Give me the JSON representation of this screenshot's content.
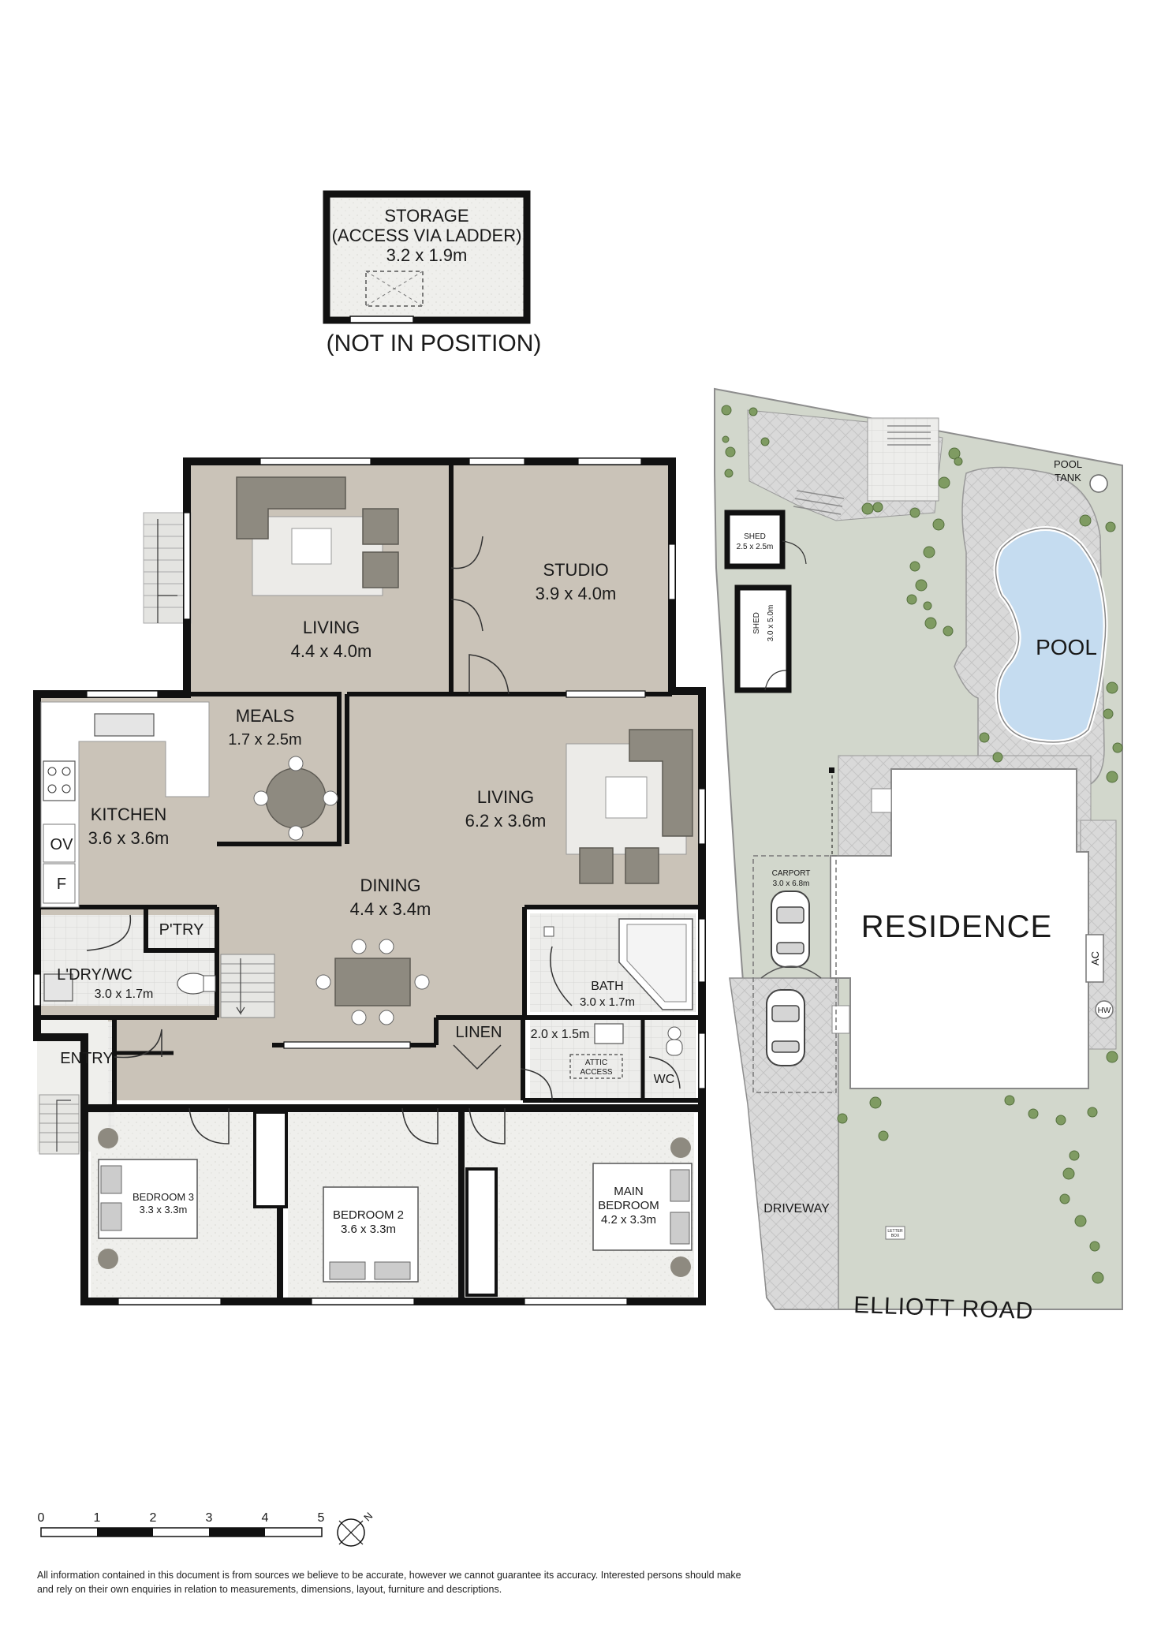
{
  "storage": {
    "title": "STORAGE",
    "subtitle": "(ACCESS VIA LADDER)",
    "dims": "3.2 x 1.9m",
    "note": "(NOT IN POSITION)"
  },
  "rooms": {
    "living_front": {
      "name": "LIVING",
      "dims": "4.4 x 4.0m"
    },
    "studio": {
      "name": "STUDIO",
      "dims": "3.9 x 4.0m"
    },
    "meals": {
      "name": "MEALS",
      "dims": "1.7 x 2.5m"
    },
    "kitchen": {
      "name": "KITCHEN",
      "dims": "3.6 x 3.6m",
      "ov": "OV",
      "f": "F"
    },
    "living_main": {
      "name": "LIVING",
      "dims": "6.2 x 3.6m"
    },
    "dining": {
      "name": "DINING",
      "dims": "4.4 x 3.4m"
    },
    "pantry": {
      "name": "P'TRY"
    },
    "laundry": {
      "name": "L'DRY/WC",
      "dims": "3.0 x 1.7m"
    },
    "bath": {
      "name": "BATH",
      "dims": "3.0 x 1.7m"
    },
    "linen": {
      "name": "LINEN"
    },
    "small": {
      "dims": "2.0 x 1.5m"
    },
    "attic": {
      "line1": "ATTIC",
      "line2": "ACCESS"
    },
    "wc": {
      "name": "WC"
    },
    "entry": {
      "name": "ENTRY"
    },
    "bedroom3": {
      "name": "BEDROOM 3",
      "dims": "3.3 x 3.3m"
    },
    "bedroom2": {
      "name": "BEDROOM 2",
      "dims": "3.6 x 3.3m"
    },
    "main_bedroom": {
      "line1": "MAIN",
      "line2": "BEDROOM",
      "dims": "4.2 x 3.3m"
    }
  },
  "site": {
    "shed1": {
      "name": "SHED",
      "dims": "2.5 x 2.5m"
    },
    "shed2": {
      "name": "SHED",
      "dims": "3.0 x 5.0m"
    },
    "pool_tank": {
      "line1": "POOL",
      "line2": "TANK"
    },
    "pool": "POOL",
    "residence": "RESIDENCE",
    "carport": {
      "name": "CARPORT",
      "dims": "3.0 x 6.8m"
    },
    "ac": "AC",
    "hw": "HW",
    "driveway": "DRIVEWAY",
    "letter_box": {
      "line1": "LETTER",
      "line2": "BOX"
    },
    "road": "ELLIOTT ROAD"
  },
  "scale": {
    "ticks": [
      "0",
      "1",
      "2",
      "3",
      "4",
      "5"
    ]
  },
  "compass": {
    "letter": "N"
  },
  "disclaimer": "All information contained in this document is from sources we believe to be accurate, however we cannot guarantee its accuracy. Interested persons should make and rely on their own enquiries in relation to measurements, dimensions, layout, furniture and descriptions.",
  "colors": {
    "floor": "#cac3b8",
    "wall": "#111111",
    "tile": "#ececea",
    "lawn": "#d2d7cc",
    "paving": "#d9d9d9",
    "pool_water": "#c5dcf0",
    "tree": "#7f9b62"
  }
}
